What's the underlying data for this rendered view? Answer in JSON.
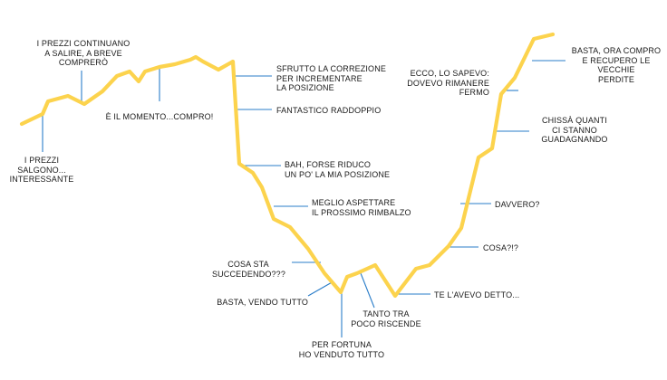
{
  "colors": {
    "curve": "#FCD34D",
    "leader": "#2A7DC9",
    "text": "#1a1a1a",
    "background": "#ffffff"
  },
  "annotations": [
    {
      "id": "prezzi-salgono",
      "text": "I PREZZI SALGONO...\nINTERESSANTE"
    },
    {
      "id": "continuano-salire",
      "text": "I PREZZI CONTINUANO\nA SALIRE, A BREVE\nCOMPRERÒ"
    },
    {
      "id": "momento-compro",
      "text": "È IL MOMENTO...COMPRO!"
    },
    {
      "id": "sfrutto-correzione",
      "text": "SFRUTTO LA CORREZIONE\nPER INCREMENTARE\nLA POSIZIONE"
    },
    {
      "id": "fantastico-raddoppio",
      "text": "FANTASTICO RADDOPPIO"
    },
    {
      "id": "bah-riduco",
      "text": "BAH, FORSE RIDUCO\nUN PO' LA MIA POSIZIONE"
    },
    {
      "id": "meglio-aspettare",
      "text": "MEGLIO ASPETTARE\nIL PROSSIMO RIMBALZO"
    },
    {
      "id": "cosa-succedendo",
      "text": "COSA STA\nSUCCEDENDO???"
    },
    {
      "id": "basta-vendo",
      "text": "BASTA, VENDO TUTTO"
    },
    {
      "id": "per-fortuna",
      "text": "PER FORTUNA\nHO VENDUTO TUTTO"
    },
    {
      "id": "tanto-riscende",
      "text": "TANTO TRA\nPOCO RISCENDE"
    },
    {
      "id": "te-lavevo",
      "text": "TE L'AVEVO DETTO..."
    },
    {
      "id": "cosa",
      "text": "COSA?!?"
    },
    {
      "id": "davvero",
      "text": "DAVVERO?"
    },
    {
      "id": "chissa-quanti",
      "text": "CHISSÀ QUANTI\nCI STANNO\nGUADAGNANDO"
    },
    {
      "id": "ecco-sapevo",
      "text": "ECCO, LO SAPEVO:\nDOVEVO RIMANERE\nFERMO"
    },
    {
      "id": "basta-compro",
      "text": "BASTA, ORA COMPRO\nE RECUPERO LE VECCHIE\nPERDITE"
    }
  ]
}
